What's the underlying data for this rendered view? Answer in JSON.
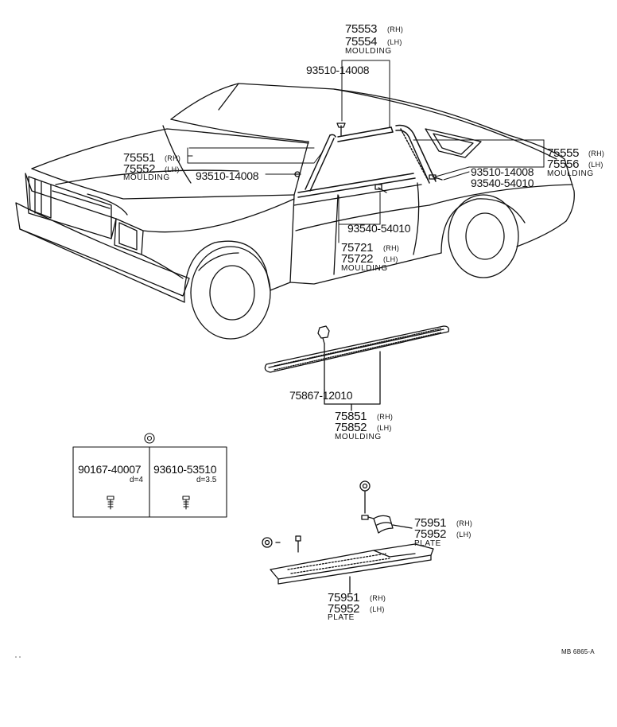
{
  "parts": {
    "upper_moulding": {
      "rh": "75553",
      "rh_side": "(RH)",
      "lh": "75554",
      "lh_side": "(LH)",
      "name": "MOULDING"
    },
    "upper_screw": "93510-14008",
    "pillar_moulding": {
      "rh": "75551",
      "rh_side": "(RH)",
      "lh": "75552",
      "lh_side": "(LH)",
      "name": "MOULDING"
    },
    "pillar_screw": "93510-14008",
    "rear_moulding": {
      "rh": "75555",
      "rh_side": "(RH)",
      "lh": "75556",
      "lh_side": "(LH)",
      "name": "MOULDING"
    },
    "rear_screw": "93510-14008",
    "rear_clip": "93540-54010",
    "belt_clip": "93540-54010",
    "belt_moulding": {
      "rh": "75721",
      "rh_side": "(RH)",
      "lh": "75722",
      "lh_side": "(LH)",
      "name": "MOULDING"
    },
    "rocker_clip": "75867-12010",
    "rocker_moulding": {
      "rh": "75851",
      "rh_side": "(RH)",
      "lh": "75852",
      "lh_side": "(LH)",
      "name": "MOULDING"
    },
    "screw_box": {
      "left_part": "90167-40007",
      "left_dia": "d=4",
      "right_part": "93610-53510",
      "right_dia": "d=3.5"
    },
    "small_plate": {
      "rh": "75951",
      "rh_side": "(RH)",
      "lh": "75952",
      "lh_side": "(LH)",
      "name": "PLATE"
    },
    "scuff_plate": {
      "rh": "75951",
      "rh_side": "(RH)",
      "lh": "75952",
      "lh_side": "(LH)",
      "name": "PLATE"
    }
  },
  "drawing_code": "MB 6865-A",
  "colors": {
    "ink": "#111111",
    "paper": "#ffffff"
  }
}
